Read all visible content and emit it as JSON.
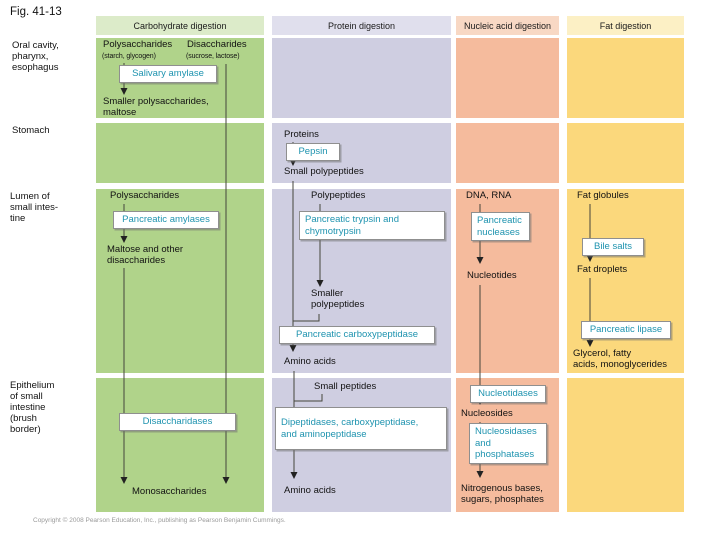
{
  "figure_label": "Fig. 41-13",
  "copyright": "Copyright © 2008 Pearson Education, Inc., publishing as Pearson Benjamin Cummings.",
  "columns": {
    "carb": {
      "header": "Carbohydrate digestion"
    },
    "protein": {
      "header": "Protein digestion"
    },
    "nucleic": {
      "header": "Nucleic acid digestion"
    },
    "fat": {
      "header": "Fat digestion"
    }
  },
  "rows": {
    "oral": {
      "label": "Oral cavity,\npharynx,\nesophagus"
    },
    "stomach": {
      "label": "Stomach"
    },
    "lumen": {
      "label": "Lumen of\nsmall intes-\ntine"
    },
    "epithelium": {
      "label": "Epithelium\nof small\nintestine\n(brush\nborder)"
    }
  },
  "labels": {
    "poly_oral": "Polysaccharides",
    "poly_oral_sub": "(starch, glycogen)",
    "disacch_oral": "Disaccharides",
    "disacch_oral_sub": "(sucrose, lactose)",
    "salivary_amylase": "Salivary amylase",
    "smaller_poly": "Smaller polysaccharides,\nmaltose",
    "proteins": "Proteins",
    "pepsin": "Pepsin",
    "small_polypeptides": "Small polypeptides",
    "poly_lumen": "Polysaccharides",
    "pancreatic_amylases": "Pancreatic amylases",
    "maltose": "Maltose and other\ndisaccharides",
    "polypeptides": "Polypeptides",
    "trypsin": "Pancreatic trypsin and\nchymotrypsin",
    "smaller_polypeptides": "Smaller\npolypeptides",
    "carboxypeptidase": "Pancreatic carboxypeptidase",
    "amino_acids_lumen": "Amino acids",
    "dna_rna": "DNA, RNA",
    "pancreatic_nucleases": "Pancreatic\nnucleases",
    "nucleotides": "Nucleotides",
    "fat_globules": "Fat globules",
    "bile_salts": "Bile salts",
    "fat_droplets": "Fat droplets",
    "pancreatic_lipase": "Pancreatic lipase",
    "glycerol": "Glycerol, fatty\nacids, monoglycerides",
    "disaccharidases": "Disaccharidases",
    "monosaccharides": "Monosaccharides",
    "small_peptides": "Small peptides",
    "dipeptidases": "Dipeptidases, carboxypeptidase,\nand aminopeptidase",
    "amino_acids_epi": "Amino acids",
    "nucleotidases": "Nucleotidases",
    "nucleosides": "Nucleosides",
    "nucleosidases": "Nucleosidases\nand\nphosphatases",
    "nitrogenous": "Nitrogenous bases,\nsugars, phosphates"
  },
  "colors": {
    "enzyme_text": "#1e93af",
    "carb_header": "#dcebc9",
    "carb_body": "#b0d38a",
    "protein_header": "#e0dfed",
    "protein_body": "#cfcee1",
    "nucleic_header": "#f8d8c4",
    "nucleic_body": "#f5bb9d",
    "fat_header": "#fcf0c5",
    "fat_body": "#fbd87c",
    "wire": "#45453c",
    "arrowhead": "#222222",
    "box_border": "#8f8f8f"
  }
}
